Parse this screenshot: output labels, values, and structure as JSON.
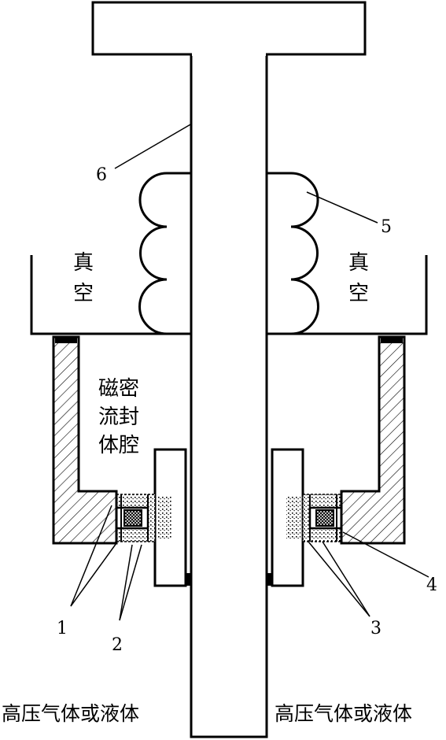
{
  "labels": {
    "vacuum_left_1": "真",
    "vacuum_left_2": "空",
    "vacuum_right_1": "真",
    "vacuum_right_2": "空",
    "cavity_line1": "磁密",
    "cavity_line2": "流封",
    "cavity_line3": "体腔",
    "bottom_left": "高压气体或液体",
    "bottom_right": "高压气体或液体"
  },
  "callouts": {
    "c1": "1",
    "c2": "2",
    "c3": "3",
    "c4": "4",
    "c5": "5",
    "c6": "6"
  }
}
